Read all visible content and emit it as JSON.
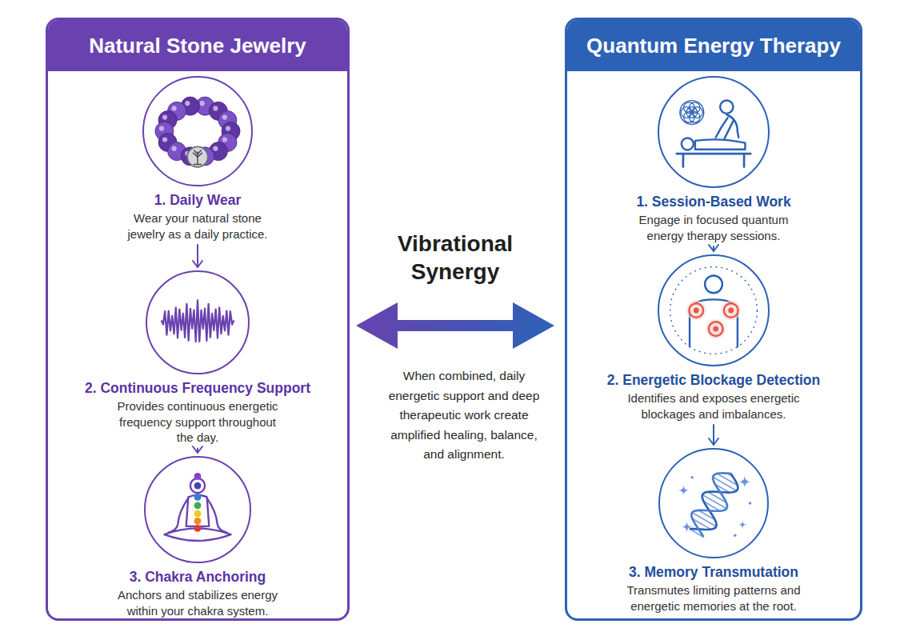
{
  "diagram": {
    "nodes": [
      {
        "text": [
          "Natural Stone Jewelry"
        ]
      },
      {
        "text": [
          "1. Daily Wear",
          "Wear your natural stone jewelry as a daily practice."
        ],
        "in": 0
      },
      {
        "text": [
          "2. Continuous Frequency Support",
          "Provides continuous energetic frequency support throughout the day."
        ],
        "in": 0
      },
      {
        "text": [
          "3. Chakra Anchoring",
          "Anchors and stabilizes energy within your chakra system."
        ],
        "in": 0
      },
      {
        "text": [
          "Quantum Energy Therapy"
        ]
      },
      {
        "text": [
          "1. Session-Based Work",
          "Engage in focused quantum energy therapy sessions."
        ],
        "in": 4
      },
      {
        "text": [
          "2. Energetic Blockage Detection",
          "Identifies and exposes energetic blockages and imbalances."
        ],
        "in": 4
      },
      {
        "text": [
          "3. Memory Transmutation",
          "Transmutes limiting patterns and energetic memories at the root."
        ],
        "in": 4
      }
    ],
    "edges": [
      {
        "from": 1,
        "to": 2,
        "arrow": "to"
      },
      {
        "from": 2,
        "to": 3,
        "arrow": "to"
      },
      {
        "from": 5,
        "to": 6,
        "arrow": "to"
      },
      {
        "from": 6,
        "to": 7,
        "arrow": "to"
      },
      {
        "from": 0,
        "to": 4,
        "label": "Vibrational Synergy",
        "arrow": "both"
      }
    ],
    "labels": [
      "When combined, daily energetic support and deep therapeutic work create amplified healing, balance, and alignment."
    ]
  }
}
